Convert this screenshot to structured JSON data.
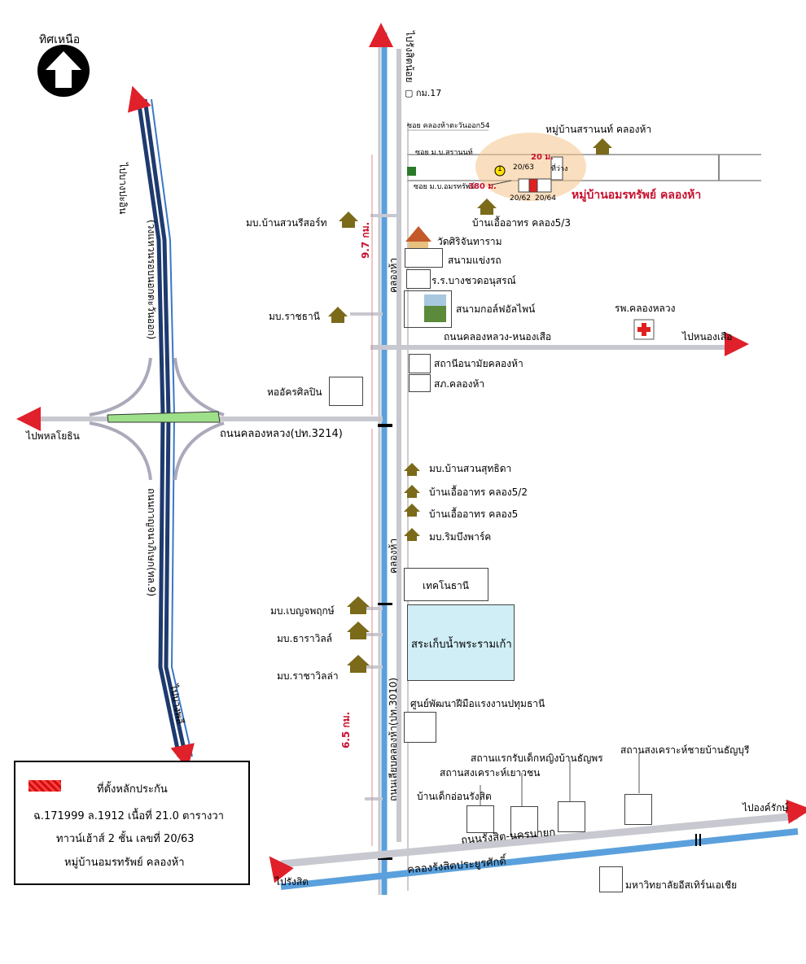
{
  "north": {
    "label": "ทิศเหนือ"
  },
  "roads": {
    "to_rangsit_noi": "ไปรังสิตน้อย",
    "km17": "กม.17",
    "soi_east54": "ซอย คลองห้าตะวันออก54",
    "soi_saranon": "ซอย ม.บ.สรานนท์",
    "soi_amornsap": "ซอย ม.บ.อมรทรัพย์",
    "dist_380": "380 ม.",
    "dist_20": "20 ม.",
    "empty_lot": "ที่ว่าง",
    "khlong_ha_top": "คลองห้า",
    "khlong_ha_mid": "คลองห้า",
    "dist_97": "9.7 กม.",
    "dist_65": "6.5 กม.",
    "to_bang_pa_in": "ไปบางปะอิน",
    "outer_ring": "(วงแหวนรอบนอกตะวันออก)",
    "kanchana": "ถนนกาญจนาภิเษก(ทล.9)",
    "to_bang_phli": "ไปบางพลี",
    "to_phahon": "ไปพหลโยธิน",
    "khlong_luang_rd": "ถนนคลองหลวง(ปท.3214)",
    "khlong_luang_nongsua": "ถนนคลองหลวง-หนองเสือ",
    "to_nongsua": "ไปหนองเสือ",
    "liap_khlong_ha": "ถนนเลียบคลองห้า(ปท.3010)",
    "rangsit_nakhon_nayok": "ถนนรังสิต-นครนายก",
    "khlong_rangsit": "คลองรังสิตประยูรศักดิ์",
    "to_rangsit": "ไปรังสิต",
    "to_ongkharak": "ไปองค์รักษ์"
  },
  "places": {
    "saranon_village": "หมู่บ้านสรานนท์ คลองห้า",
    "amornsap_village": "หมู่บ้านอมรทรัพย์ คลองห้า",
    "plot_2063": "20/63",
    "plot_2062": "20/62",
    "plot_2064": "20/64",
    "marker_no": "1",
    "ua_arthon_53": "บ้านเอื้ออาทร คลอง5/3",
    "suan_resort": "มบ.บ้านสวนรีสอร์ท",
    "wat": "วัดศิริจันทาราม",
    "race_track": "สนามแข่งรถ",
    "school": "ร.ร.บางชวดอนุสรณ์",
    "ratchathani": "มบ.ราชธานี",
    "golf": "สนามกอล์ฟอัลไพน์",
    "hospital": "รพ.คลองหลวง",
    "health_station": "สถานีอนามัยคลองห้า",
    "police": "สภ.คลองห้า",
    "art_hall": "หออัครศิลปิน",
    "suan_sutthida": "มบ.บ้านสวนสุทธิดา",
    "ua_arthon_52": "บ้านเอื้ออาทร คลอง5/2",
    "ua_arthon_5": "บ้านเอื้ออาทร คลอง5",
    "rim_bueng": "มบ.ริมบึงพาร์ค",
    "techno_thani": "เทคโนธานี",
    "benjapruek": "มบ.เบญจพฤกษ์",
    "thara_ville": "มบ.ธาราวิลล์",
    "racha_villa": "มบ.ราชาวิลล่า",
    "reservoir": "สระเก็บน้ำพระรามเก้า",
    "skill_center": "ศูนย์พัฒนาฝีมือแรงงานปทุมธานี",
    "girls_shelter": "สถานแรกรับเด็กหญิงบ้านธัญพร",
    "youth_welfare": "สถานสงเคราะห์เยาวชน",
    "men_welfare": "สถานสงเคราะห์ชายบ้านธัญบุรี",
    "baby_home": "บ้านเด็กอ่อนรังสิต",
    "eastern_asia_uni": "มหาวิทยาลัยอีสเทิร์นเอเชีย"
  },
  "legend": {
    "title": "ที่ตั้งหลักประกัน",
    "line1": "ฉ.171999  ล.1912  เนื้อที่ 21.0 ตารางวา",
    "line2": "ทาวน์เฮ้าส์ 2 ชั้น    เลขที่ 20/63",
    "line3": "หมู่บ้านอมรทรัพย์ คลองห้า"
  },
  "colors": {
    "road": "#c8c8d0",
    "canal": "#5aa0dc",
    "highway": "#1e3a6e",
    "arrow": "#e0202a",
    "house": "#7a6a1a",
    "reservoir": "#cfeef6"
  }
}
